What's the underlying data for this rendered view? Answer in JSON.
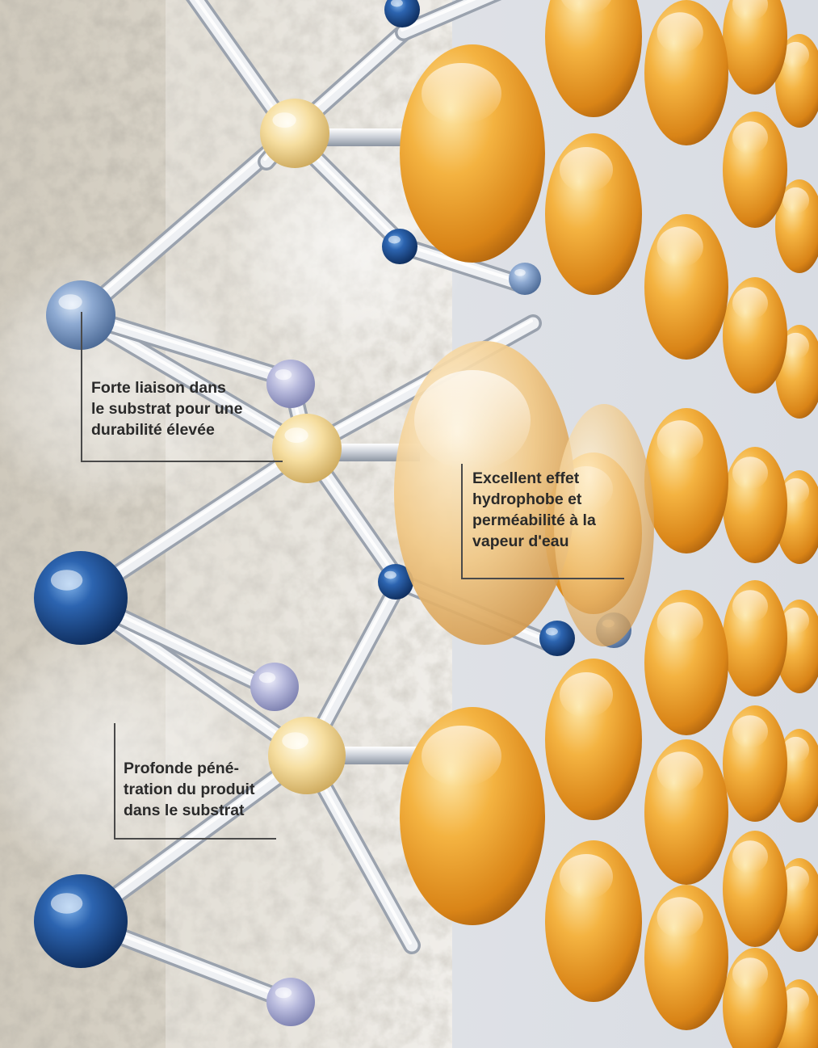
{
  "colors": {
    "substrate": "#d9d3c6",
    "bond": "#dfe3e8",
    "atom_blue_dark": "#1f4f96",
    "atom_blue_light": "#8fa8cc",
    "atom_yellow": "#f1d48a",
    "droplet_orange": "#e79a2a",
    "callout_text": "#2a2a2a",
    "callout_line": "#4a4a4a"
  },
  "callouts": {
    "strong_bond": {
      "lines": [
        "Forte liaison dans",
        "le substrat pour une",
        "durabilité élevée"
      ]
    },
    "water_repellent": {
      "lines": [
        "Excellent effet",
        "hydrophobe et",
        "perméabilité à la",
        "vapeur d'eau"
      ]
    },
    "deep_penetration": {
      "lines": [
        "Profonde péné-",
        "tration du produit",
        "dans le substrat"
      ]
    }
  }
}
